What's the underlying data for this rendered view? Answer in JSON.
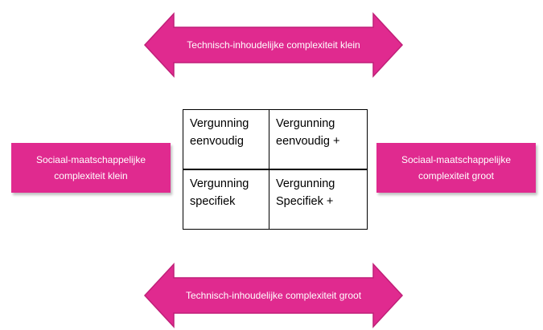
{
  "colors": {
    "accent": "#e02a8f",
    "border": "#000000"
  },
  "arrows": {
    "top_label": "Technisch-inhoudelijke complexiteit klein",
    "bottom_label": "Technisch-inhoudelijke complexiteit groot"
  },
  "side_boxes": {
    "left": {
      "line1": "Sociaal-maatschappelijke",
      "line2": "complexiteit klein"
    },
    "right": {
      "line1": "Sociaal-maatschappelijke",
      "line2": "complexiteit groot"
    }
  },
  "matrix": {
    "cells": [
      {
        "line1": "Vergunning",
        "line2": "eenvoudig"
      },
      {
        "line1": "Vergunning",
        "line2": "eenvoudig +"
      },
      {
        "line1": "Vergunning",
        "line2": "specifiek"
      },
      {
        "line1": "Vergunning",
        "line2": "Specifiek +"
      }
    ]
  }
}
